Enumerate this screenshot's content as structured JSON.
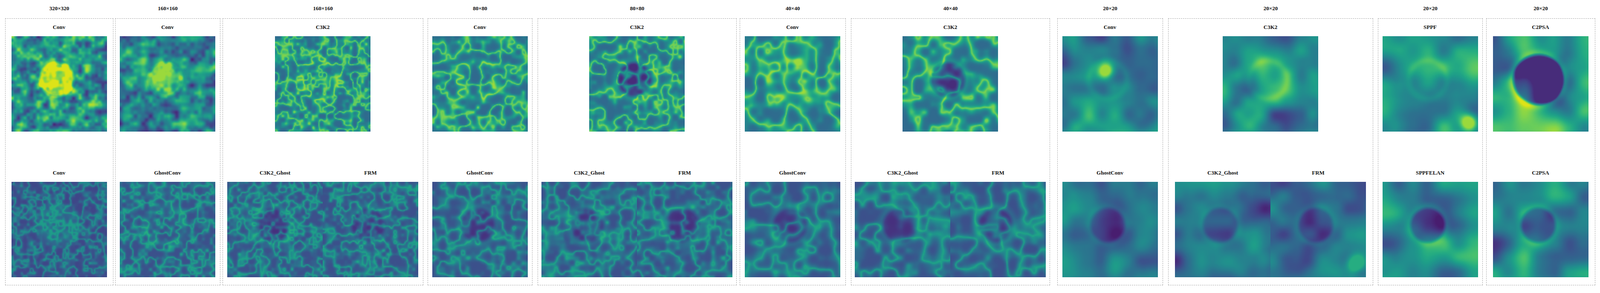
{
  "diagram": {
    "nodes": [
      {
        "text": [
          "320×320"
        ]
      },
      {
        "text": [
          "Conv"
        ],
        "in": 0
      },
      {
        "text": [
          "Conv"
        ],
        "in": 0
      },
      {
        "text": [
          "160×160"
        ]
      },
      {
        "text": [
          "Conv"
        ],
        "in": 3
      },
      {
        "text": [
          "GhostConv"
        ],
        "in": 3
      },
      {
        "text": [
          "160×160"
        ]
      },
      {
        "text": [
          "C3K2"
        ],
        "in": 6
      },
      {
        "text": [
          "C3K2_Ghost"
        ],
        "in": 6
      },
      {
        "text": [
          "FRM"
        ],
        "in": 6
      },
      {
        "text": [
          "80×80"
        ]
      },
      {
        "text": [
          "Conv"
        ],
        "in": 10
      },
      {
        "text": [
          "GhostConv"
        ],
        "in": 10
      },
      {
        "text": [
          "80×80"
        ]
      },
      {
        "text": [
          "C3K2"
        ],
        "in": 13
      },
      {
        "text": [
          "C3K2_Ghost"
        ],
        "in": 13
      },
      {
        "text": [
          "FRM"
        ],
        "in": 13
      },
      {
        "text": [
          "40×40"
        ]
      },
      {
        "text": [
          "Conv"
        ],
        "in": 17
      },
      {
        "text": [
          "GhostConv"
        ],
        "in": 17
      },
      {
        "text": [
          "40×40"
        ]
      },
      {
        "text": [
          "C3K2"
        ],
        "in": 20
      },
      {
        "text": [
          "C3K2_Ghost"
        ],
        "in": 20
      },
      {
        "text": [
          "FRM"
        ],
        "in": 20
      },
      {
        "text": [
          "20×20"
        ]
      },
      {
        "text": [
          "Conv"
        ],
        "in": 24
      },
      {
        "text": [
          "GhostConv"
        ],
        "in": 24
      },
      {
        "text": [
          "20×20"
        ]
      },
      {
        "text": [
          "C3K2"
        ],
        "in": 27
      },
      {
        "text": [
          "C3K2_Ghost"
        ],
        "in": 27
      },
      {
        "text": [
          "FRM"
        ],
        "in": 27
      },
      {
        "text": [
          "20×20"
        ]
      },
      {
        "text": [
          "SPPF"
        ],
        "in": 31
      },
      {
        "text": [
          "SPPFELAN"
        ],
        "in": 31
      },
      {
        "text": [
          "20×20"
        ]
      },
      {
        "text": [
          "C2PSA"
        ],
        "in": 34
      },
      {
        "text": [
          "C2PSA"
        ],
        "in": 34
      }
    ]
  }
}
